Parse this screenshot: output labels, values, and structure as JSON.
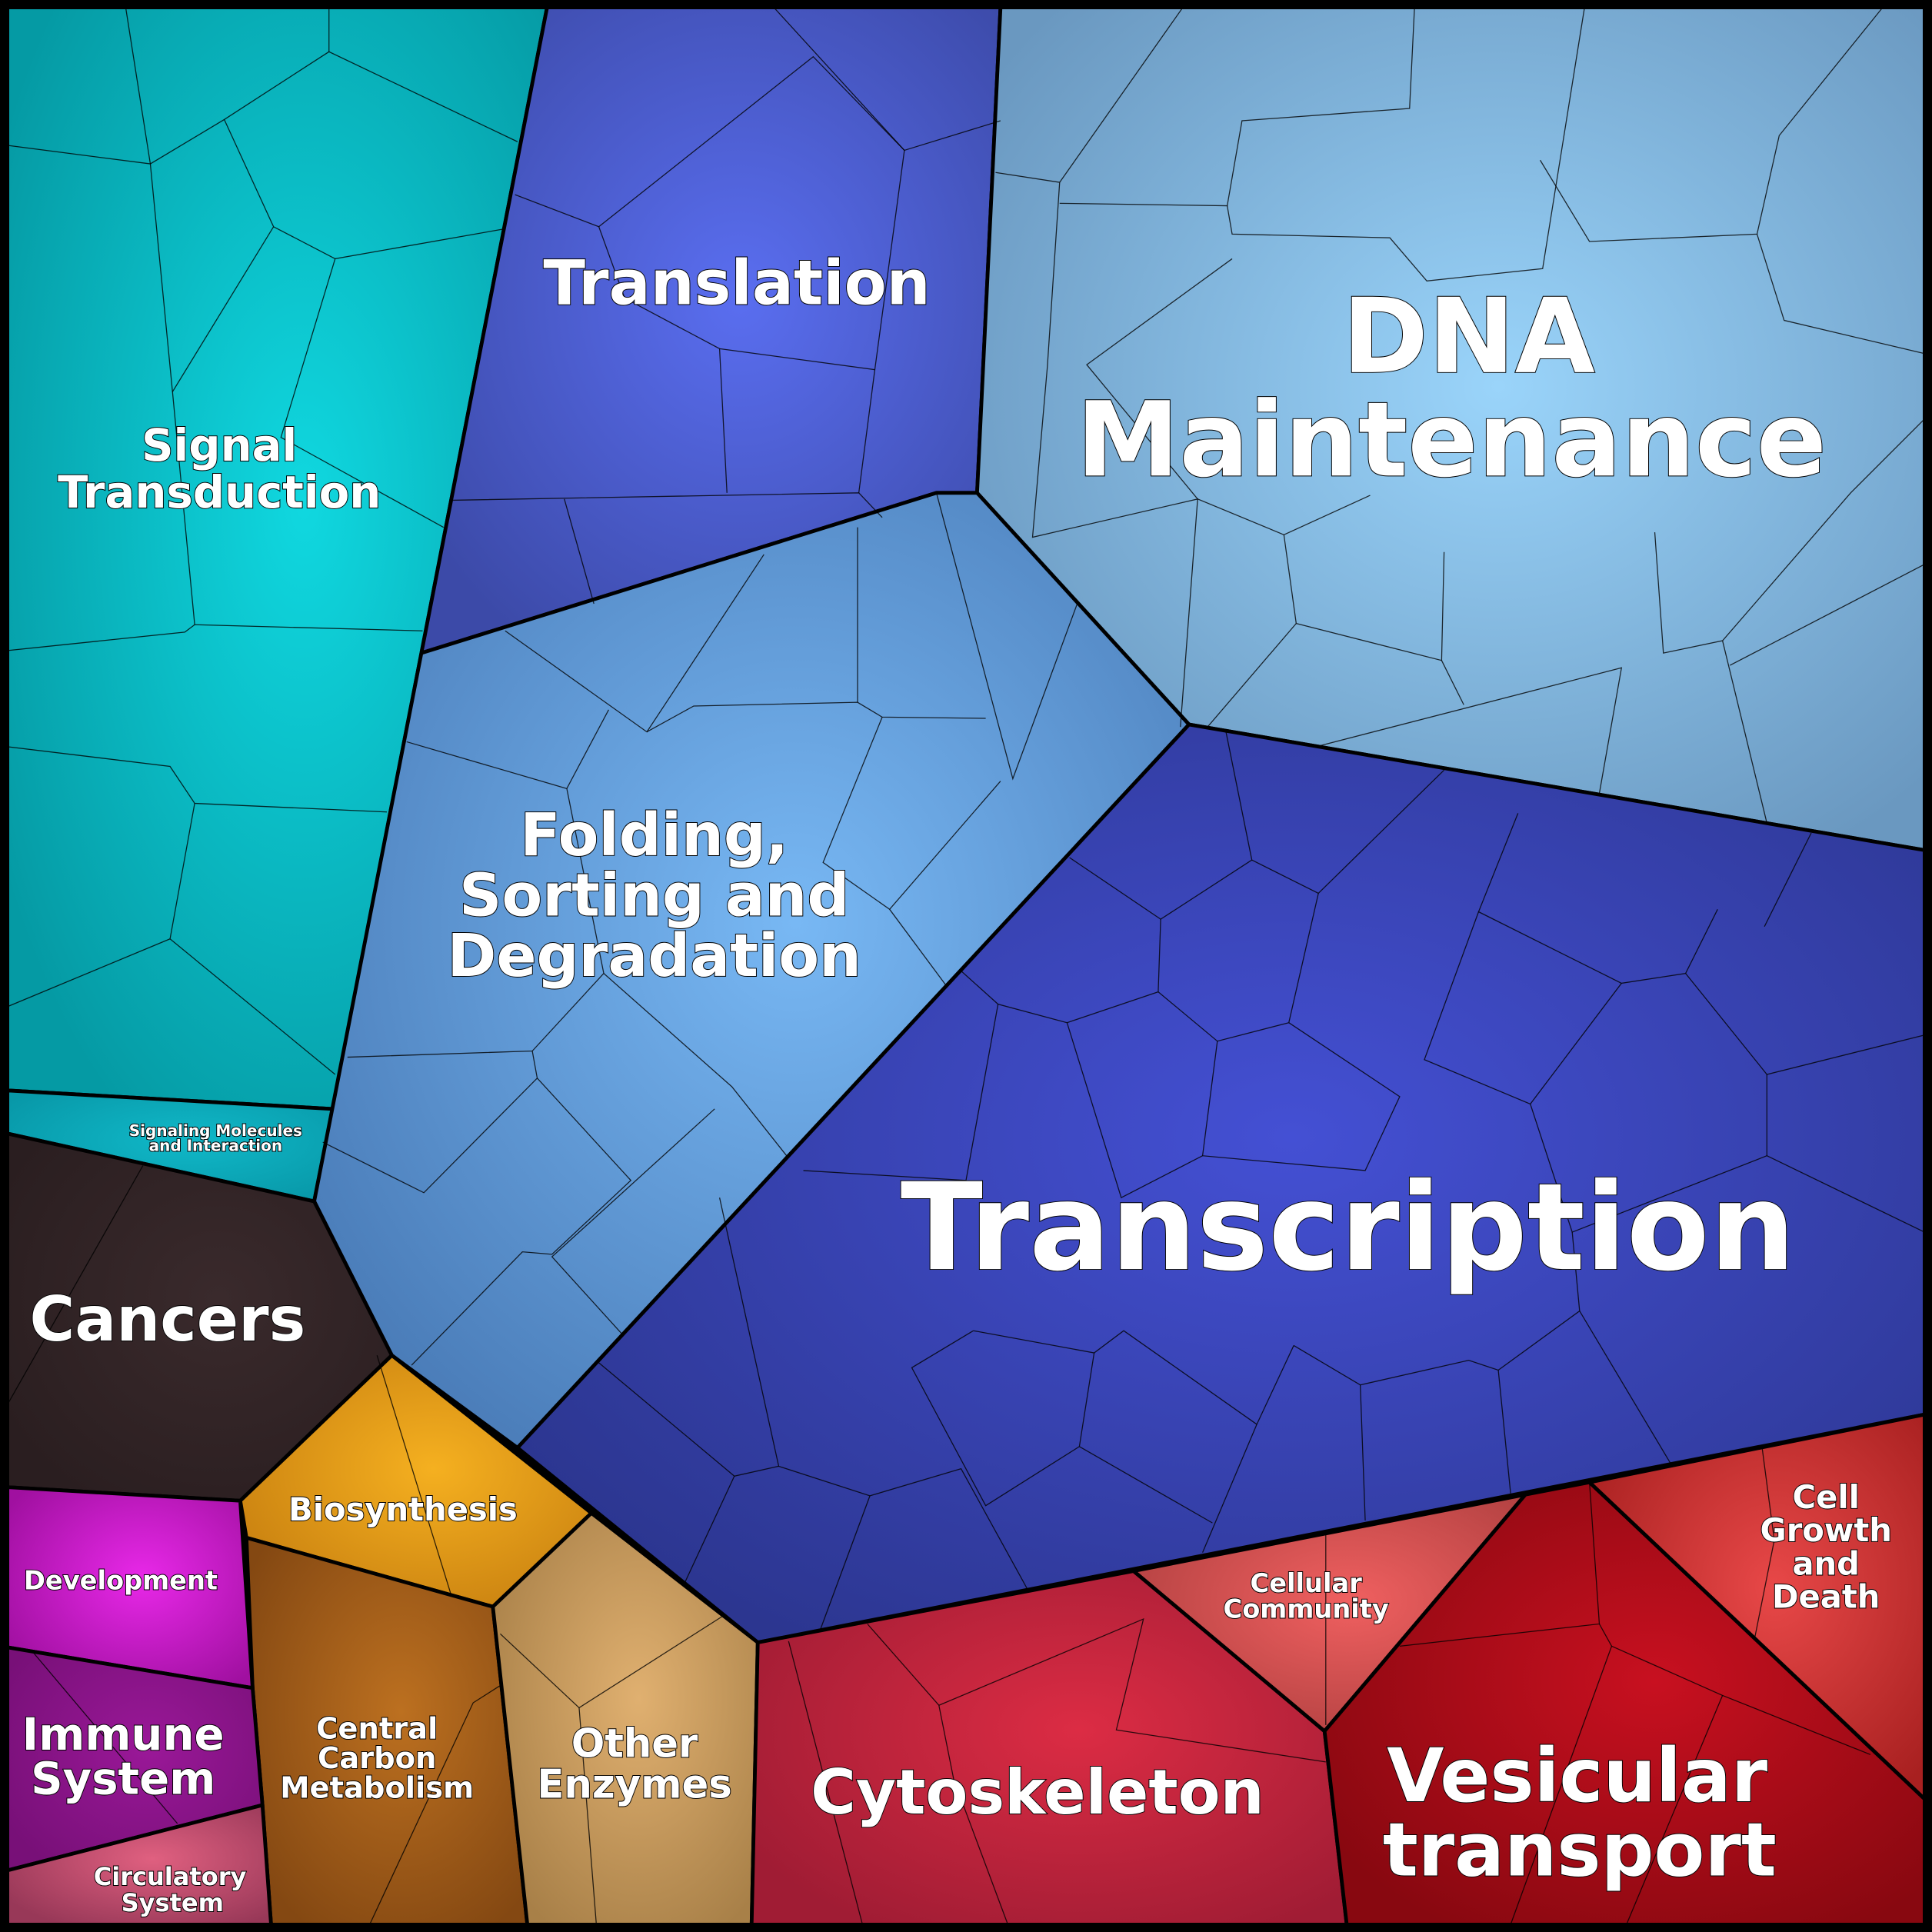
{
  "regions": [
    {
      "id": "signal",
      "lines": [
        "Signal",
        "Transduction"
      ],
      "color": "#059aa4",
      "center": "#10d8e0"
    },
    {
      "id": "signaling",
      "lines": [
        "Signaling Molecules",
        "and Interaction"
      ],
      "color": "#0898a8",
      "center": "#10b8c8"
    },
    {
      "id": "translation",
      "lines": [
        "Translation"
      ],
      "color": "#3c4aa8",
      "center": "#5a6ef0"
    },
    {
      "id": "dna",
      "lines": [
        "DNA",
        "Maintenance"
      ],
      "color": "#6a98c0",
      "center": "#9ad4fa"
    },
    {
      "id": "folding",
      "lines": [
        "Folding,",
        "Sorting and",
        "Degradation"
      ],
      "color": "#4a7cb8",
      "center": "#78b8f4"
    },
    {
      "id": "transcription",
      "lines": [
        "Transcription"
      ],
      "color": "#2c3690",
      "center": "#4450d4"
    },
    {
      "id": "cancers",
      "lines": [
        "Cancers"
      ],
      "color": "#2a1e20",
      "center": "#3a2a2c"
    },
    {
      "id": "biosynthesis",
      "lines": [
        "Biosynthesis"
      ],
      "color": "#c88010",
      "center": "#f5b020"
    },
    {
      "id": "central",
      "lines": [
        "Central",
        "Carbon",
        "Metabolism"
      ],
      "color": "#844812",
      "center": "#bc7020"
    },
    {
      "id": "enzymes",
      "lines": [
        "Other",
        "Enzymes"
      ],
      "color": "#a88048",
      "center": "#e0b070"
    },
    {
      "id": "development",
      "lines": [
        "Development"
      ],
      "color": "#a010a0",
      "center": "#e828e8"
    },
    {
      "id": "immune",
      "lines": [
        "Immune",
        "System"
      ],
      "color": "#781078",
      "center": "#9a1898"
    },
    {
      "id": "circulatory",
      "lines": [
        "Circulatory",
        "System"
      ],
      "color": "#983858",
      "center": "#e06080"
    },
    {
      "id": "cytoskeleton",
      "lines": [
        "Cytoskeleton"
      ],
      "color": "#a01c34",
      "center": "#dc2c44"
    },
    {
      "id": "cellular",
      "lines": [
        "Cellular",
        "Community"
      ],
      "color": "#b04040",
      "center": "#f06060"
    },
    {
      "id": "vesicular",
      "lines": [
        "Vesicular",
        "transport"
      ],
      "color": "#880810",
      "center": "#c81020"
    },
    {
      "id": "growth",
      "lines": [
        "Cell",
        "Growth",
        "and",
        "Death"
      ],
      "color": "#a82020",
      "center": "#e84848"
    }
  ]
}
